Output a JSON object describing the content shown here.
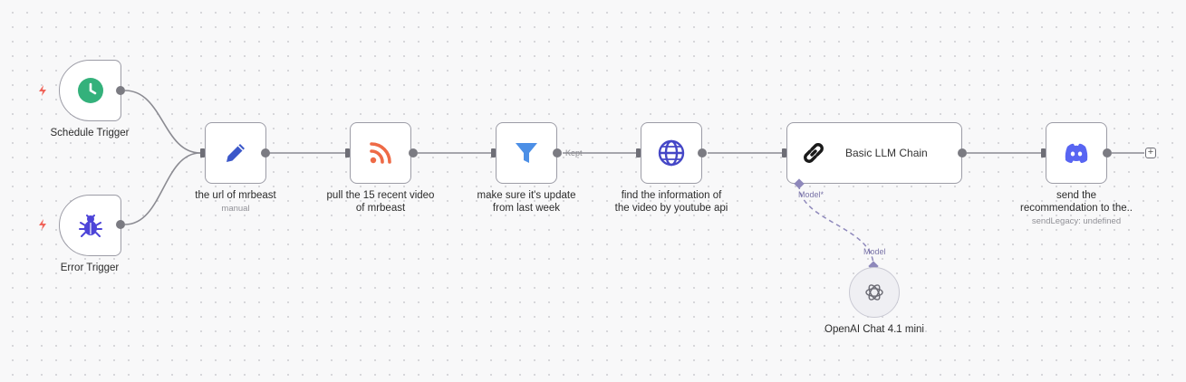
{
  "canvas": {
    "nodes": {
      "schedule_trigger": {
        "title": "Schedule Trigger"
      },
      "error_trigger": {
        "title": "Error Trigger"
      },
      "url_node": {
        "title": "the url of mrbeast",
        "subtitle": "manual"
      },
      "rss_node": {
        "title_line1": "pull the 15 recent video",
        "title_line2": "of mrbeast"
      },
      "filter_node": {
        "title_line1": "make sure it's update",
        "title_line2": "from last week",
        "output_label": "Kept"
      },
      "http_node": {
        "title_line1": "find the information of",
        "title_line2": "the video by youtube api"
      },
      "llm_chain_node": {
        "label": "Basic LLM Chain",
        "model_port_label": "Model*"
      },
      "discord_node": {
        "title_line1": "send the",
        "title_line2": "recommendation to the..",
        "subtitle": "sendLegacy: undefined"
      },
      "openai_node": {
        "title": "OpenAI Chat 4.1 mini",
        "port_label": "Model"
      }
    },
    "add_button_symbol": "+",
    "colors": {
      "clock": "#34b17b",
      "bug": "#4d44d8",
      "pencil": "#3b57c9",
      "rss": "#ee6a46",
      "filter": "#4c8fe6",
      "globe": "#4547c6",
      "discord": "#5865f2",
      "trigger_bolt": "#f0645a",
      "wire": "#8b8b92",
      "model_wire": "#8e88bb"
    }
  }
}
